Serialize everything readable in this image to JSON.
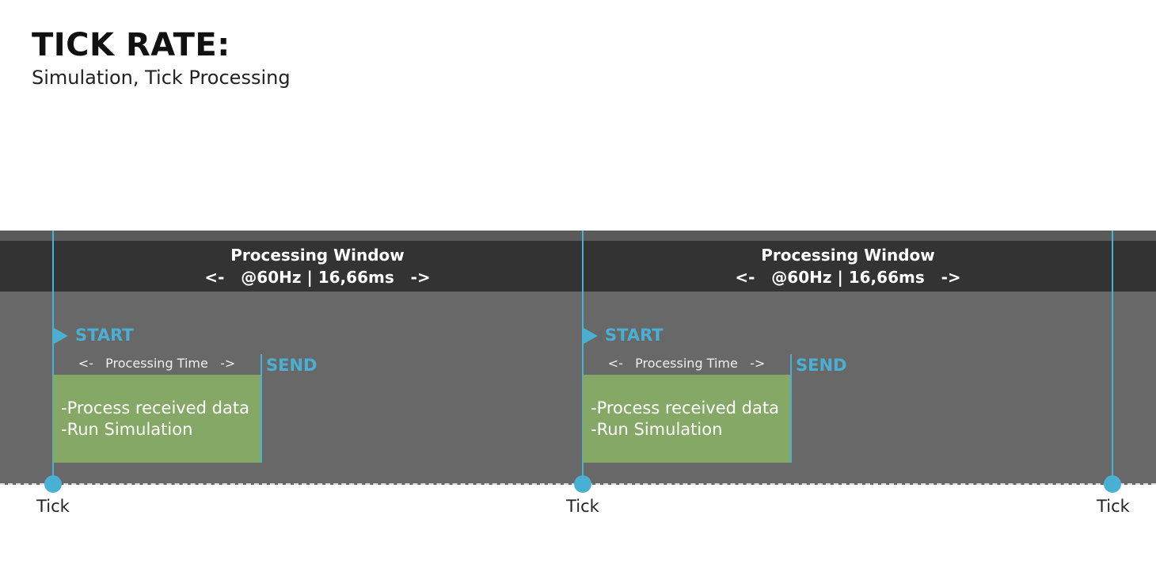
{
  "header": {
    "title": "TICK RATE:",
    "subtitle": "Simulation, Tick Processing"
  },
  "windows": [
    {
      "title": "Processing Window",
      "rate": "<-   @60Hz | 16,66ms   ->",
      "start_label": "START",
      "processing_time": "<-   Processing Time   ->",
      "send_label": "SEND",
      "tasks": [
        "-Process received data",
        "-Run Simulation"
      ]
    },
    {
      "title": "Processing Window",
      "rate": "<-   @60Hz | 16,66ms   ->",
      "start_label": "START",
      "processing_time": "<-   Processing Time   ->",
      "send_label": "SEND",
      "tasks": [
        "-Process received data",
        "-Run Simulation"
      ]
    }
  ],
  "ticks": [
    {
      "label": "Tick"
    },
    {
      "label": "Tick"
    },
    {
      "label": "Tick"
    }
  ],
  "colors": {
    "accent": "#4ab0d3",
    "band": "#686868",
    "header_bar": "#333333",
    "task_box": "#86a866"
  }
}
